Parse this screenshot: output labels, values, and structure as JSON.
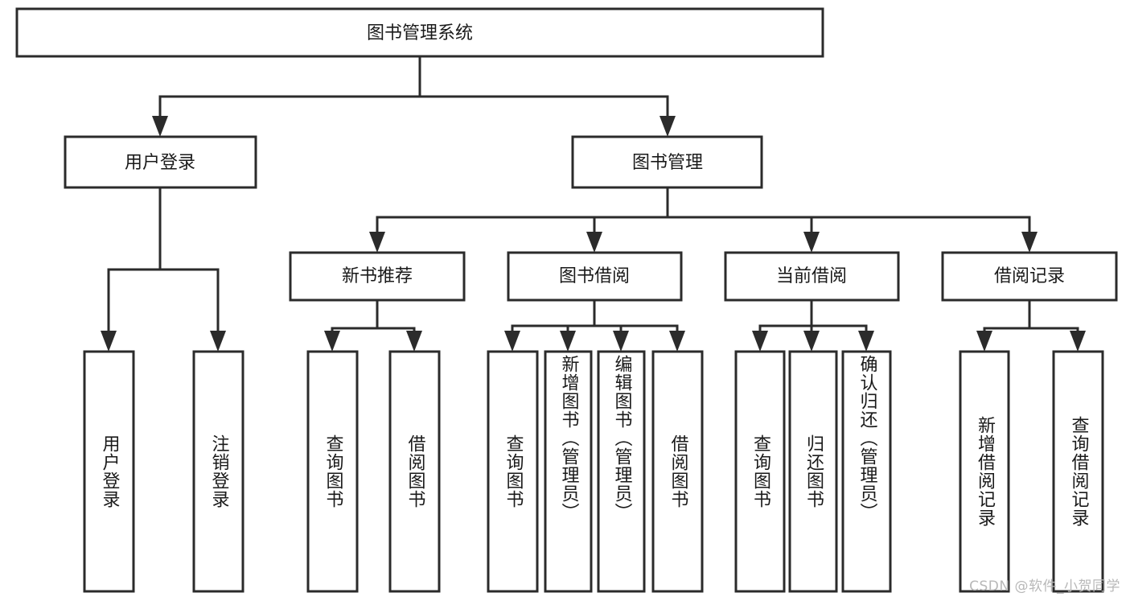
{
  "diagram": {
    "type": "tree-hierarchy",
    "title": "图书管理系统",
    "watermark": "CSDN @软件_小贺同学",
    "style": {
      "background": "#ffffff",
      "stroke": "#2b2b2b",
      "fill": "#ffffff",
      "text": "#1a1a1a",
      "watermark_color": "#b8b8b8"
    },
    "levels": {
      "root": {
        "label": "图书管理系统",
        "orientation": "horizontal"
      },
      "level2": [
        {
          "id": "user-login",
          "label": "用户登录",
          "orientation": "horizontal"
        },
        {
          "id": "book-manage",
          "label": "图书管理",
          "orientation": "horizontal"
        }
      ],
      "level3": [
        {
          "id": "new-book-rec",
          "label": "新书推荐",
          "parent": "book-manage",
          "orientation": "horizontal"
        },
        {
          "id": "book-borrow",
          "label": "图书借阅",
          "parent": "book-manage",
          "orientation": "horizontal"
        },
        {
          "id": "current-borrow",
          "label": "当前借阅",
          "parent": "book-manage",
          "orientation": "horizontal"
        },
        {
          "id": "borrow-record",
          "label": "借阅记录",
          "parent": "book-manage",
          "orientation": "horizontal"
        }
      ],
      "leaves": [
        {
          "id": "leaf-user-login",
          "label": "用户登录",
          "parent": "user-login",
          "orientation": "vertical"
        },
        {
          "id": "leaf-user-logout",
          "label": "注销登录",
          "parent": "user-login",
          "orientation": "vertical"
        },
        {
          "id": "leaf-query-book-1",
          "label": "查询图书",
          "parent": "new-book-rec",
          "orientation": "vertical"
        },
        {
          "id": "leaf-borrow-book-1",
          "label": "借阅图书",
          "parent": "new-book-rec",
          "orientation": "vertical"
        },
        {
          "id": "leaf-query-book-2",
          "label": "查询图书",
          "parent": "book-borrow",
          "orientation": "vertical"
        },
        {
          "id": "leaf-add-book",
          "label": "新增图书（管理员）",
          "parent": "book-borrow",
          "orientation": "vertical"
        },
        {
          "id": "leaf-edit-book",
          "label": "编辑图书（管理员）",
          "parent": "book-borrow",
          "orientation": "vertical"
        },
        {
          "id": "leaf-borrow-book-2",
          "label": "借阅图书",
          "parent": "book-borrow",
          "orientation": "vertical"
        },
        {
          "id": "leaf-query-book-3",
          "label": "查询图书",
          "parent": "current-borrow",
          "orientation": "vertical"
        },
        {
          "id": "leaf-return-book",
          "label": "归还图书",
          "parent": "current-borrow",
          "orientation": "vertical"
        },
        {
          "id": "leaf-confirm-return",
          "label": "确认归还（管理员）",
          "parent": "current-borrow",
          "orientation": "vertical"
        },
        {
          "id": "leaf-add-record",
          "label": "新增借阅记录",
          "parent": "borrow-record",
          "orientation": "vertical"
        },
        {
          "id": "leaf-query-record",
          "label": "查询借阅记录",
          "parent": "borrow-record",
          "orientation": "vertical"
        }
      ]
    }
  }
}
